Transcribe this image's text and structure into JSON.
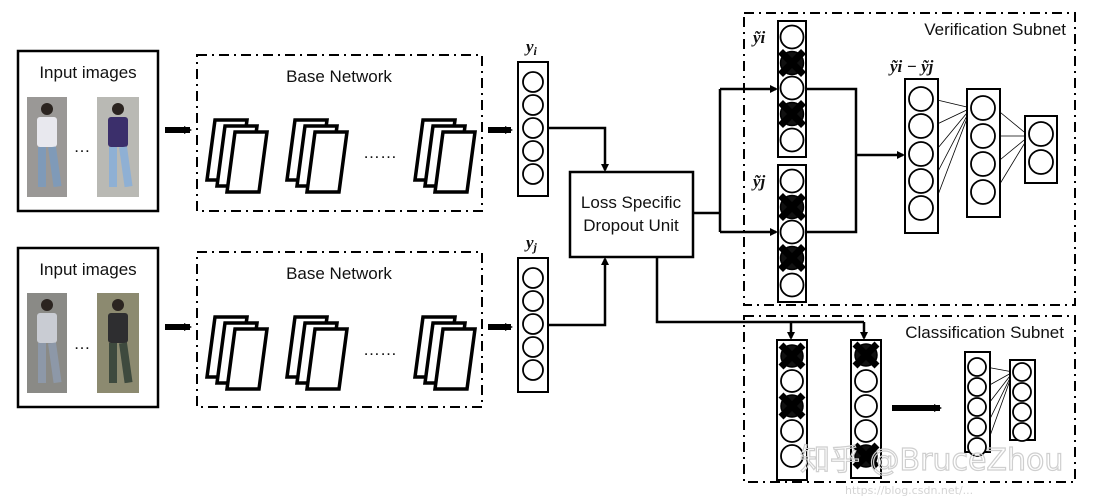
{
  "input_top": {
    "label": "Input images",
    "ellipsis": "…"
  },
  "input_bottom": {
    "label": "Input images",
    "ellipsis": "…"
  },
  "base_top": {
    "label": "Base Network",
    "ellipsis": "……"
  },
  "base_bottom": {
    "label": "Base Network",
    "ellipsis": "……"
  },
  "feature_top": {
    "label": "yi",
    "label_main": "y",
    "label_sub": "i"
  },
  "feature_bottom": {
    "label": "yj",
    "label_main": "y",
    "label_sub": "j"
  },
  "dropout_unit": {
    "line1": "Loss Specific",
    "line2": "Dropout Unit"
  },
  "verification": {
    "title": "Verification Subnet",
    "yi_label": "ỹi",
    "yj_label": "ỹj",
    "diff_label": "ỹi − ỹj",
    "yi_nodes_dropped": [
      false,
      true,
      false,
      true,
      false
    ],
    "yj_nodes_dropped": [
      false,
      true,
      false,
      true,
      false
    ],
    "layer_sizes": [
      5,
      4,
      2
    ]
  },
  "classification": {
    "title": "Classification Subnet",
    "col1_nodes_dropped": [
      true,
      false,
      true,
      false,
      false
    ],
    "col2_nodes_dropped": [
      true,
      false,
      false,
      false,
      true
    ],
    "layer_sizes": [
      5,
      4
    ]
  },
  "watermark": {
    "text": "知乎 @BruceZhou",
    "url": "https://blog.csdn.net/..."
  },
  "colors": {
    "stroke": "#000000",
    "background": "#ffffff"
  }
}
